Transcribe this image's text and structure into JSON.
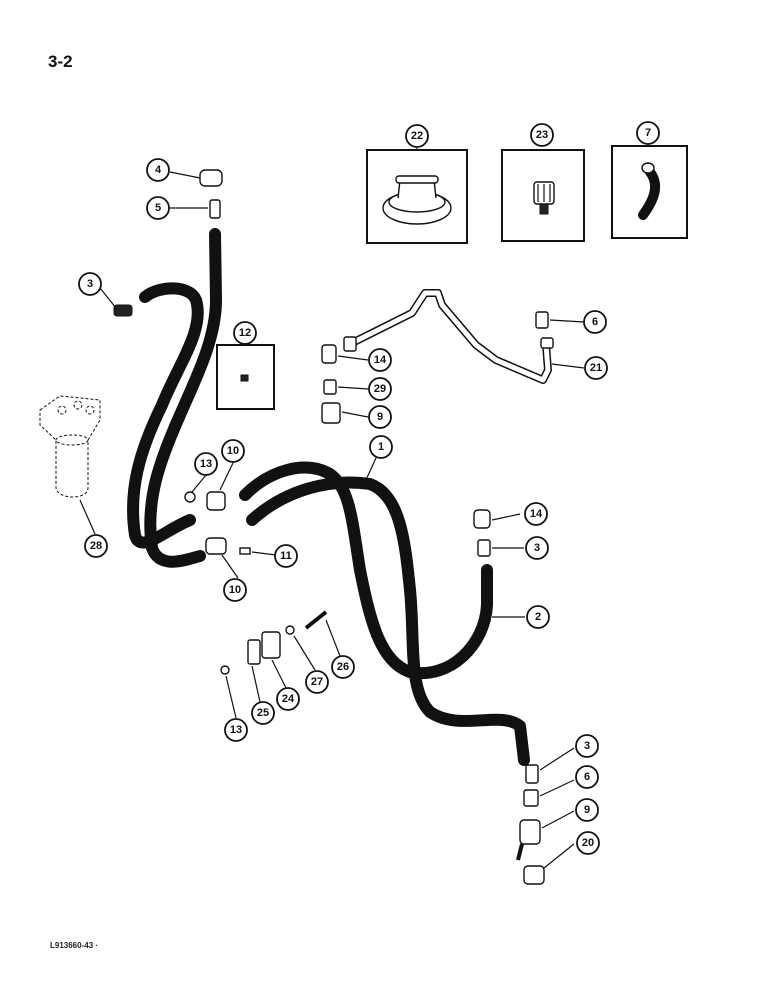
{
  "page": {
    "number": "3-2",
    "footer_code": "L913660-43 ·"
  },
  "callouts": [
    {
      "label": "1"
    },
    {
      "label": "2"
    },
    {
      "label": "3"
    },
    {
      "label": "3"
    },
    {
      "label": "3"
    },
    {
      "label": "4"
    },
    {
      "label": "5"
    },
    {
      "label": "6"
    },
    {
      "label": "6"
    },
    {
      "label": "7"
    },
    {
      "label": "9"
    },
    {
      "label": "9"
    },
    {
      "label": "10"
    },
    {
      "label": "10"
    },
    {
      "label": "11"
    },
    {
      "label": "12"
    },
    {
      "label": "13"
    },
    {
      "label": "13"
    },
    {
      "label": "14"
    },
    {
      "label": "14"
    },
    {
      "label": "20"
    },
    {
      "label": "21"
    },
    {
      "label": "22"
    },
    {
      "label": "23"
    },
    {
      "label": "24"
    },
    {
      "label": "25"
    },
    {
      "label": "26"
    },
    {
      "label": "27"
    },
    {
      "label": "28"
    },
    {
      "label": "29"
    }
  ]
}
